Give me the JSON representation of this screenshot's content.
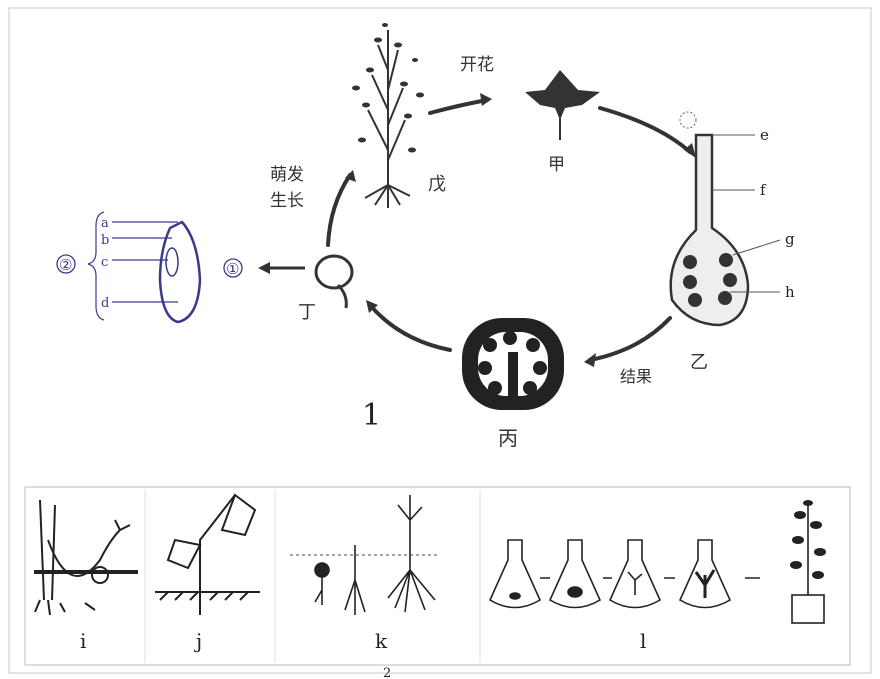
{
  "figure1": {
    "number": "1",
    "stages": {
      "jia": "甲",
      "yi": "乙",
      "bing": "丙",
      "ding": "丁",
      "wu": "戊"
    },
    "arrows": {
      "flowering": "开花",
      "fruiting": "结果",
      "germinate_line1": "萌发",
      "germinate_line2": "生长"
    },
    "flower_parts": [
      "e",
      "f",
      "g",
      "h"
    ],
    "seed": {
      "part_labels": [
        "a",
        "b",
        "c",
        "d"
      ],
      "circle_1": "①",
      "circle_2": "②"
    }
  },
  "figure2": {
    "number": "2",
    "panels": [
      "i",
      "j",
      "k",
      "l"
    ]
  },
  "colors": {
    "ink": "#222222",
    "blue_ink": "#3a3a8c",
    "border": "#bbbbbb"
  }
}
